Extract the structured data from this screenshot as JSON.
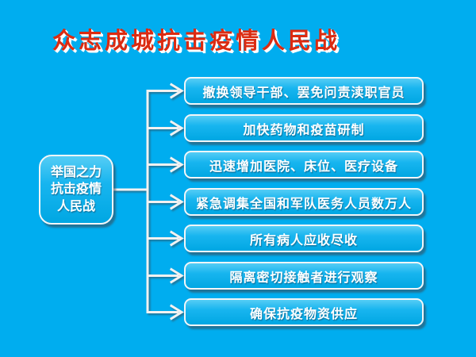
{
  "title": "众志成城抗击疫情人民战",
  "root_node": {
    "lines": [
      "举国之力",
      "抗击疫情",
      "人民战"
    ]
  },
  "branches": [
    "撤换领导干部、罢免问责渎职官员",
    "加快药物和疫苗研制",
    "迅速增加医院、床位、医疗设备",
    "紧急调集全国和军队医务人员数万人",
    "所有病人应收尽收",
    "隔离密切接触者进行观察",
    "确保抗疫物资供应"
  ],
  "colors": {
    "background": "#00ADEF",
    "node_fill_top": "#55CDF5",
    "node_fill_bottom": "#00A7E3",
    "node_border": "#F2F6F8",
    "title_red": "#DB2B11",
    "connector": "#F2F2F2"
  }
}
